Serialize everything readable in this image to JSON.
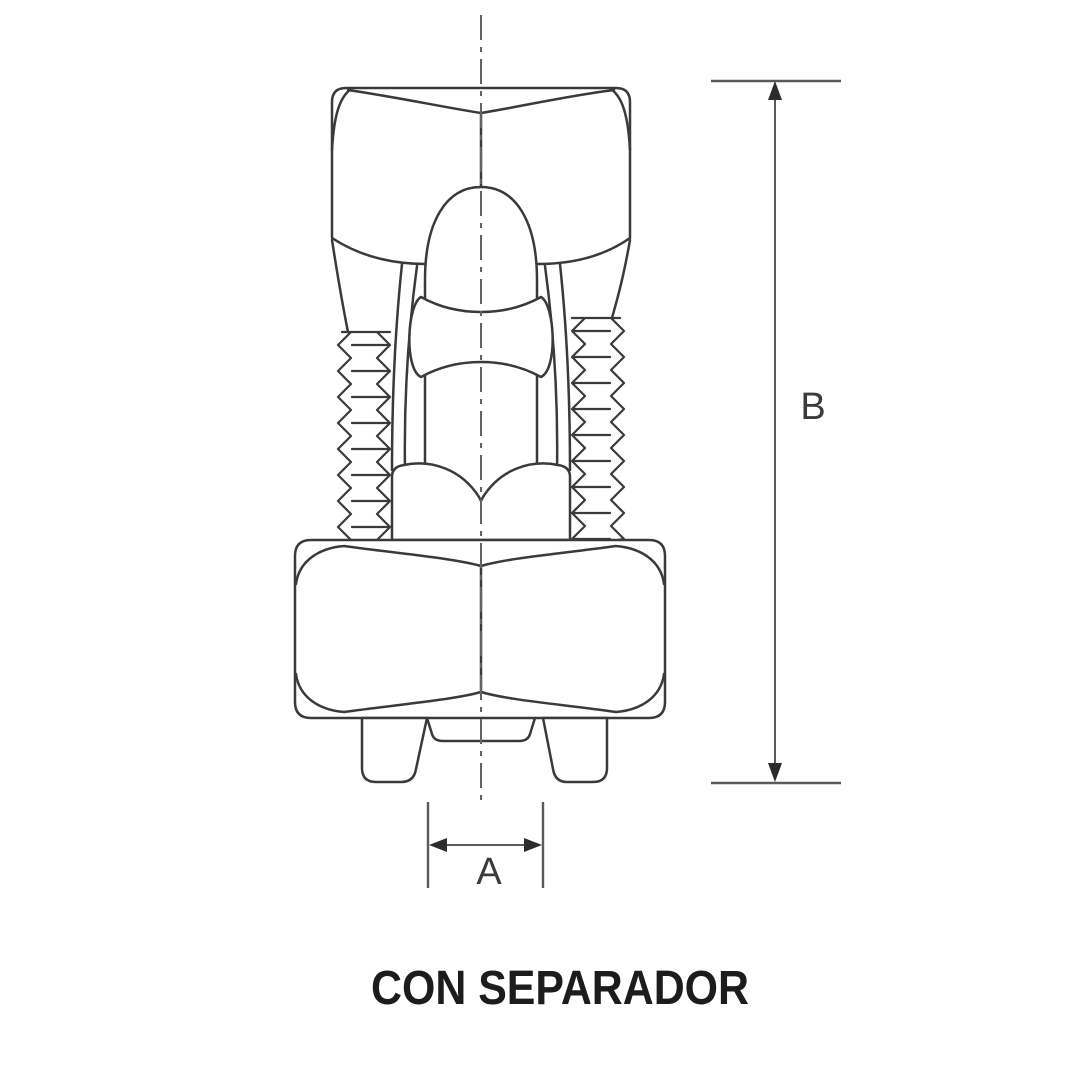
{
  "theme": {
    "background": "#ffffff",
    "line-color": "#3a3a3a",
    "dim-color": "#5a5a5a",
    "center-color": "#636363",
    "label-color": "#3b3b3b",
    "title-color": "#1d1b1c"
  },
  "dimensions": {
    "width_label": "A",
    "height_label": "B"
  },
  "title": "CON SEPARADOR"
}
